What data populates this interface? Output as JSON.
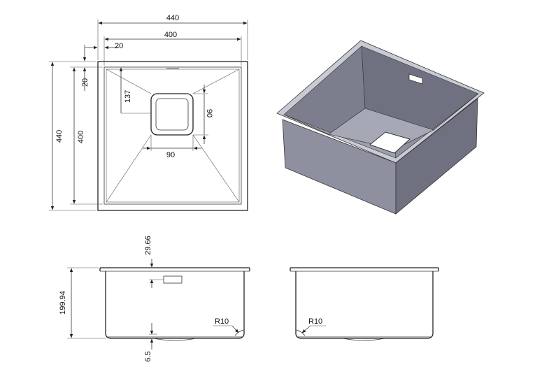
{
  "drawing": {
    "colors": {
      "line": "#333333",
      "sink_dark": "#6f7180",
      "sink_mid": "#8e90a0",
      "sink_light": "#b9bbc7",
      "sink_rim": "#c9cbd4"
    },
    "top_view": {
      "overall_width": "440",
      "inner_width": "400",
      "rim_offset": "20",
      "overall_height": "440",
      "inner_height": "400",
      "rim_offset_vertical": "20",
      "drain_offset": "137",
      "drain_height": "90",
      "drain_width": "90"
    },
    "front_view": {
      "depth": "199.94",
      "overflow_offset": "29.66",
      "bottom_offset": "6.5",
      "corner_radius": "R10"
    },
    "side_view": {
      "corner_radius": "R10"
    }
  }
}
